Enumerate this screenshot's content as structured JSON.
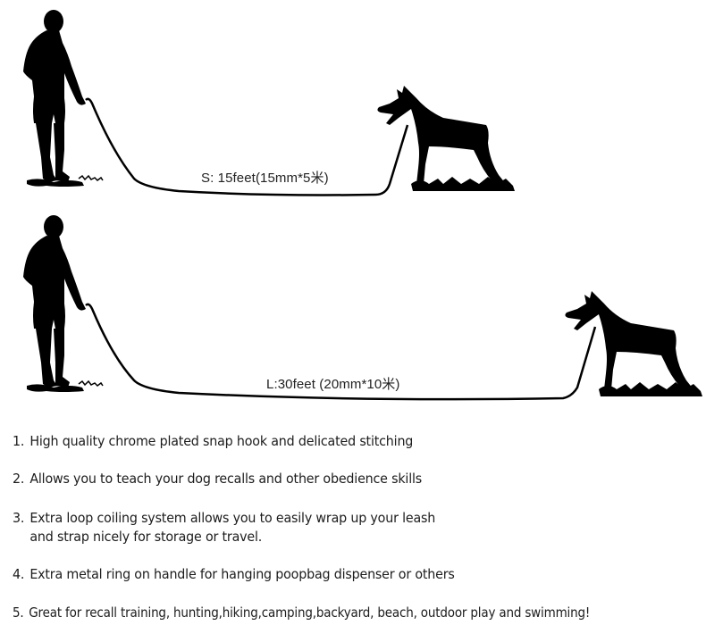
{
  "diagram": {
    "scenes": [
      {
        "id": "small",
        "size_label": "S: 15feet(15mm*5米)",
        "figures": [
          "person-silhouette",
          "leash",
          "doberman-dog-silhouette",
          "grass"
        ]
      },
      {
        "id": "large",
        "size_label": "L:30feet (20mm*10米)",
        "figures": [
          "person-silhouette",
          "leash",
          "doberman-dog-silhouette",
          "grass"
        ]
      }
    ]
  },
  "features": [
    {
      "number": "1.",
      "text": "High quality chrome plated snap hook and delicated stitching"
    },
    {
      "number": "2.",
      "text": "Allows you to teach your dog recalls and other obedience skills"
    },
    {
      "number": "3.",
      "text": "Extra loop coiling system allows you to easily wrap up your leash",
      "continuation": "and strap nicely for storage or travel."
    },
    {
      "number": "4.",
      "text": "Extra metal ring on handle for hanging poopbag dispenser or others"
    },
    {
      "number": "5.",
      "text": "Great for recall training, hunting,hiking,camping,backyard, beach, outdoor play and swimming!"
    }
  ],
  "colors": {
    "silhouette": "#000000",
    "text": "#1c1c1c",
    "background": "#ffffff"
  }
}
